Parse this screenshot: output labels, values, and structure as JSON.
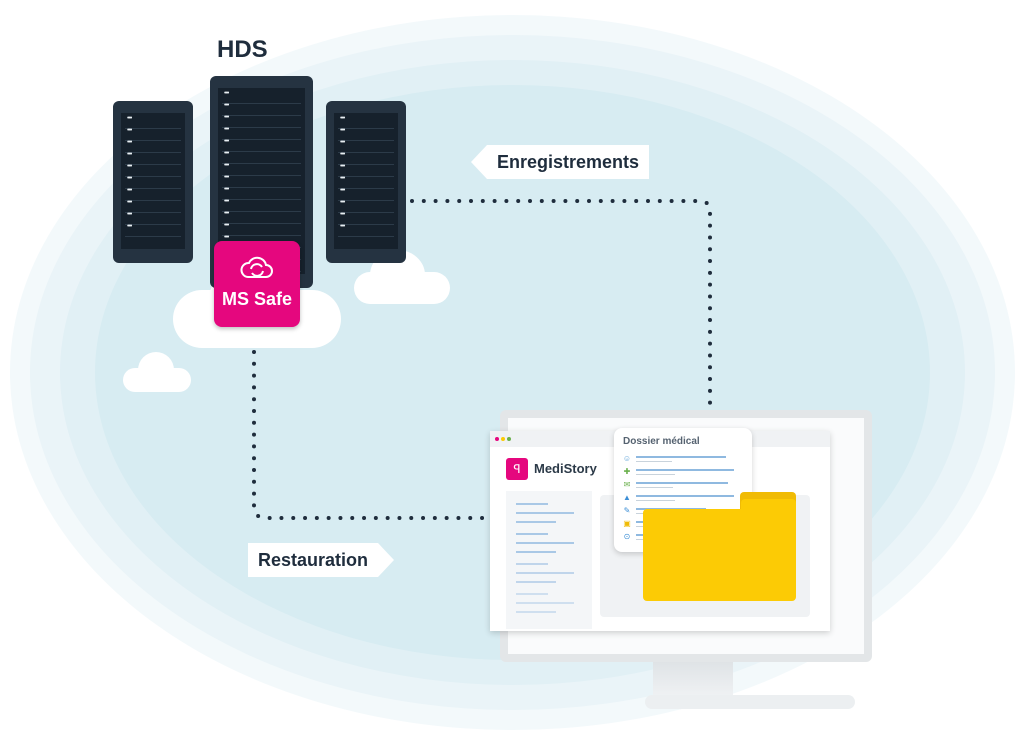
{
  "diagram": {
    "title": "HDS",
    "badge": {
      "label": "MS Safe",
      "icon": "cloud-sync-icon",
      "color": "#e5077e"
    },
    "labels": {
      "upload": "Enregistrements",
      "restore": "Restauration"
    },
    "app": {
      "name": "MediStory",
      "logo_icon": "medistory-logo-icon",
      "window_dots": [
        "#e5077e",
        "#fccb05",
        "#6ab04c"
      ],
      "card": {
        "title": "Dossier médical",
        "rows": [
          {
            "icon": "☺",
            "icon_name": "face-icon",
            "color": "#5aa0d8"
          },
          {
            "icon": "✚",
            "icon_name": "medical-cross-icon",
            "color": "#6ab04c"
          },
          {
            "icon": "✉",
            "icon_name": "mail-icon",
            "color": "#6ab04c"
          },
          {
            "icon": "▲",
            "icon_name": "thumbs-up-icon",
            "color": "#3d8fd6"
          },
          {
            "icon": "✎",
            "icon_name": "pen-icon",
            "color": "#3d8fd6"
          },
          {
            "icon": "▣",
            "icon_name": "briefcase-icon",
            "color": "#f0bb05"
          },
          {
            "icon": "⊙",
            "icon_name": "bracket-icon",
            "color": "#3d8fd6"
          }
        ]
      },
      "folder_color": "#fccb05"
    },
    "colors": {
      "server": "#253341",
      "path": "#1f2d3d",
      "text": "#1f2d3d"
    }
  }
}
